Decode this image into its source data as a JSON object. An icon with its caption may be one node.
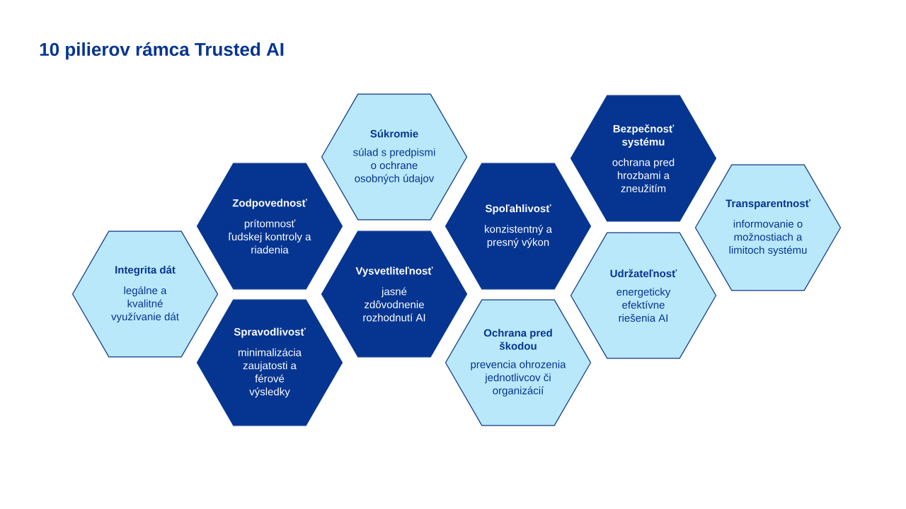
{
  "diagram": {
    "title": "10 pilierov rámca Trusted AI",
    "nodes": [
      {
        "text": [
          "Integrita dát",
          "legálne a kvalitné využívanie dát"
        ]
      },
      {
        "text": [
          "Zodpovednosť",
          "prítomnosť ľudskej kontroly a riadenia"
        ]
      },
      {
        "text": [
          "Spravodlivosť",
          "minimalizácia zaujatosti a férové výsledky"
        ]
      },
      {
        "text": [
          "Súkromie",
          "súlad s predpismi o ochrane osobných údajov"
        ]
      },
      {
        "text": [
          "Vysvetliteľnosť",
          "jasné zdôvodnenie rozhodnutí AI"
        ]
      },
      {
        "text": [
          "Spoľahlivosť",
          "konzistentný a presný výkon"
        ]
      },
      {
        "text": [
          "Ochrana pred škodou",
          "prevencia ohrozenia jednotlivcov či organizácií"
        ]
      },
      {
        "text": [
          "Bezpečnosť systému",
          "ochrana pred hrozbami a zneužitím"
        ]
      },
      {
        "text": [
          "Udržateľnosť",
          "energeticky efektívne riešenia AI"
        ]
      },
      {
        "text": [
          "Transparentnosť",
          "informovanie o možnostiach a limitoch systému"
        ]
      }
    ]
  }
}
